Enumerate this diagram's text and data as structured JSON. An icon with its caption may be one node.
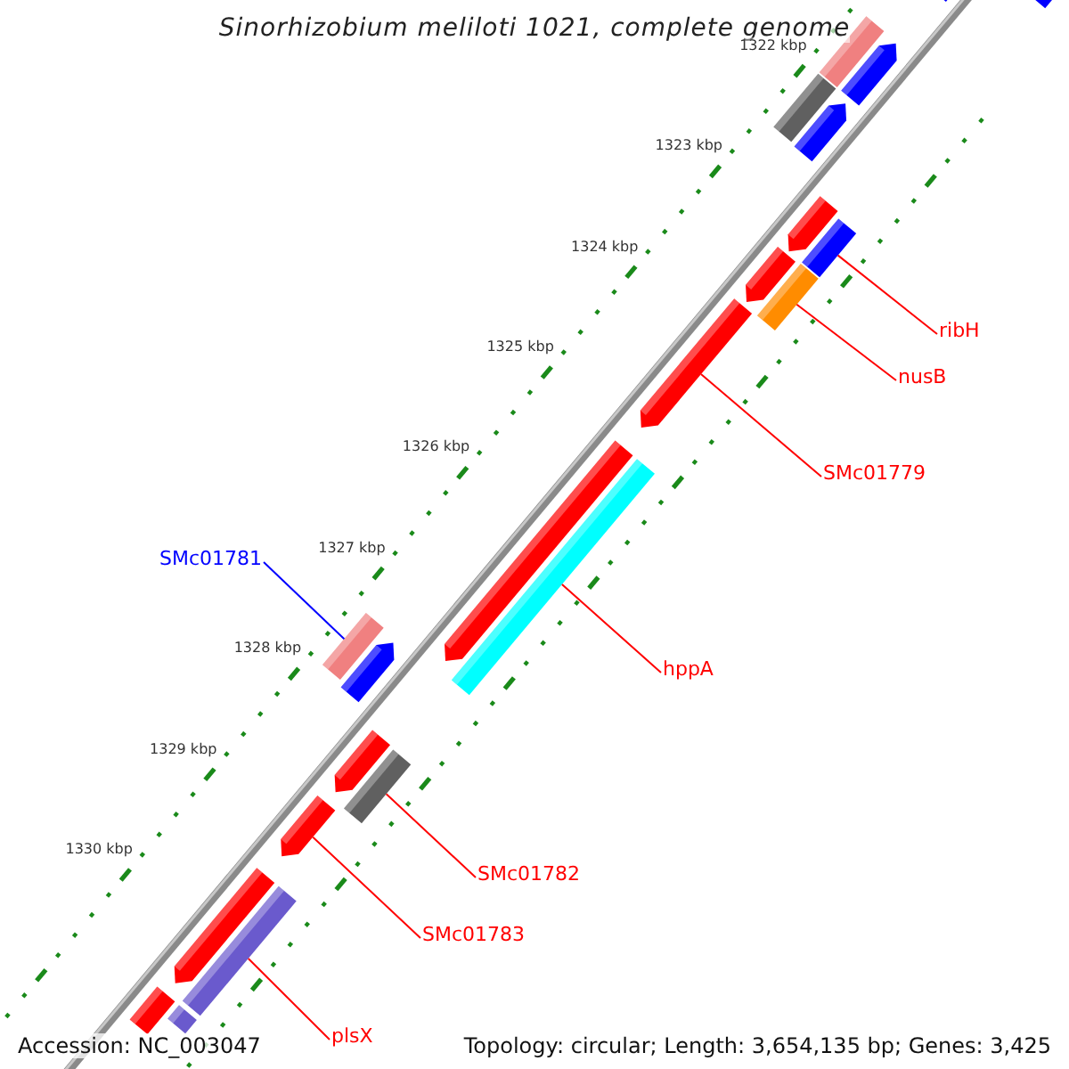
{
  "diagram": {
    "title": "Sinorhizobium meliloti 1021, complete genome",
    "nodes": [
      {
        "text": [
          "ribH"
        ]
      },
      {
        "text": [
          "nusB"
        ]
      },
      {
        "text": [
          "SMc01779"
        ]
      },
      {
        "text": [
          "hppA"
        ]
      },
      {
        "text": [
          "SMc01781"
        ]
      },
      {
        "text": [
          "SMc01782"
        ]
      },
      {
        "text": [
          "SMc01783"
        ]
      },
      {
        "text": [
          "plsX"
        ]
      },
      {
        "text": [],
        "shape": "bar"
      },
      {
        "text": [],
        "shape": "bar"
      },
      {
        "text": [],
        "shape": "bar"
      },
      {
        "text": [],
        "shape": "bar"
      },
      {
        "text": [],
        "shape": "bar"
      },
      {
        "text": [],
        "shape": "bar"
      },
      {
        "text": [],
        "shape": "bar"
      },
      {
        "text": [],
        "shape": "bar"
      },
      {
        "text": [],
        "shape": "bar"
      },
      {
        "text": [],
        "shape": "bar"
      },
      {
        "text": [],
        "shape": "bar"
      },
      {
        "text": [],
        "shape": "bar"
      },
      {
        "text": [],
        "shape": "bar"
      },
      {
        "text": [],
        "shape": "bar"
      },
      {
        "text": [],
        "shape": "bar"
      },
      {
        "text": [],
        "shape": "bar"
      },
      {
        "text": [],
        "shape": "bar"
      },
      {
        "text": [],
        "shape": "bar"
      },
      {
        "text": [],
        "shape": "bar"
      },
      {
        "text": [],
        "shape": "bar"
      },
      {
        "text": [],
        "shape": "bar"
      },
      {
        "text": [],
        "shape": "bar"
      }
    ],
    "edges": [
      {
        "from": 0,
        "to": 15,
        "arrow": "none"
      },
      {
        "from": 1,
        "to": 17,
        "arrow": "none"
      },
      {
        "from": 2,
        "to": 18,
        "arrow": "none"
      },
      {
        "from": 3,
        "to": 20,
        "arrow": "none"
      },
      {
        "from": 4,
        "to": 21,
        "arrow": "none",
        "color": "#0000ff"
      },
      {
        "from": 5,
        "to": 24,
        "arrow": "none"
      },
      {
        "from": 6,
        "to": 25,
        "arrow": "none"
      },
      {
        "from": 7,
        "to": 27,
        "arrow": "none"
      }
    ],
    "labels": [
      "1322 kbp",
      "1323 kbp",
      "1324 kbp",
      "1325 kbp",
      "1326 kbp",
      "1327 kbp",
      "1328 kbp",
      "1329 kbp",
      "1330 kbp",
      "Accession: NC_003047",
      "Topology: circular; Length: 3,654,135 bp; Genes: 3,425"
    ]
  }
}
